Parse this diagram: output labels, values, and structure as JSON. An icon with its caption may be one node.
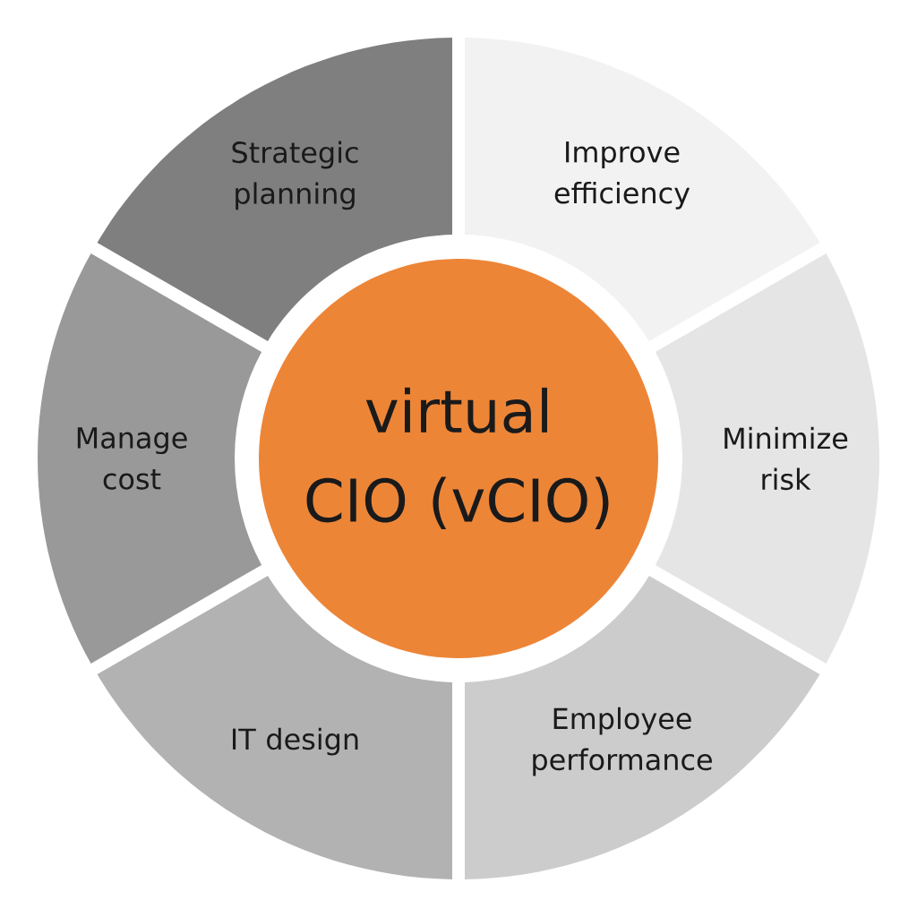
{
  "diagram": {
    "nodes": [
      {
        "text": [
          "virtual CIO (vCIO)"
        ]
      },
      {
        "text": [
          "Strategic planning"
        ]
      },
      {
        "text": [
          "Improve efficiency"
        ]
      },
      {
        "text": [
          "Minimize risk"
        ]
      },
      {
        "text": [
          "Employee performance"
        ]
      },
      {
        "text": [
          "IT design"
        ]
      },
      {
        "text": [
          "Manage cost"
        ]
      }
    ]
  }
}
